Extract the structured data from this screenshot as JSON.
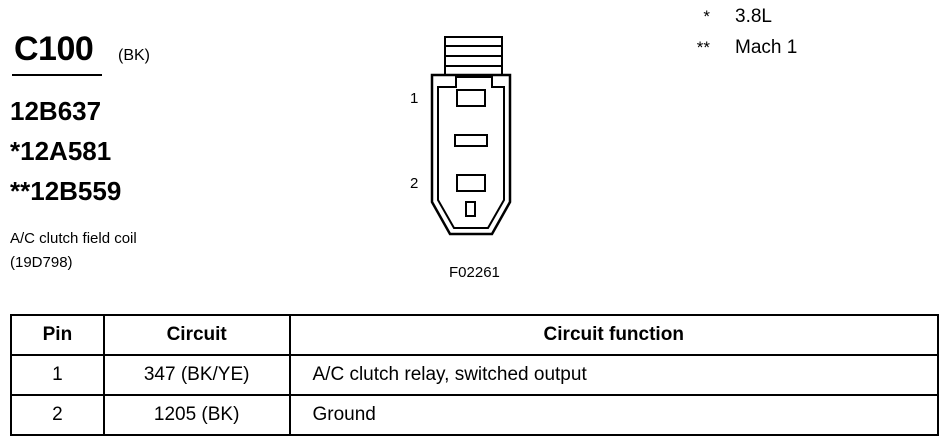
{
  "connector": {
    "id": "C100",
    "color": "(BK)",
    "part_numbers": [
      "12B637",
      "*12A581",
      "**12B559"
    ],
    "description": [
      "A/C clutch field coil",
      "(19D798)"
    ]
  },
  "legend": [
    {
      "mark": "*",
      "text": "3.8L"
    },
    {
      "mark": "**",
      "text": "Mach 1"
    }
  ],
  "drawing": {
    "pin_labels": [
      "1",
      "2"
    ],
    "figure_code": "F02261"
  },
  "table": {
    "headers": [
      "Pin",
      "Circuit",
      "Circuit function"
    ],
    "rows": [
      [
        "1",
        "347 (BK/YE)",
        "A/C clutch relay, switched output"
      ],
      [
        "2",
        "1205 (BK)",
        "Ground"
      ]
    ]
  }
}
